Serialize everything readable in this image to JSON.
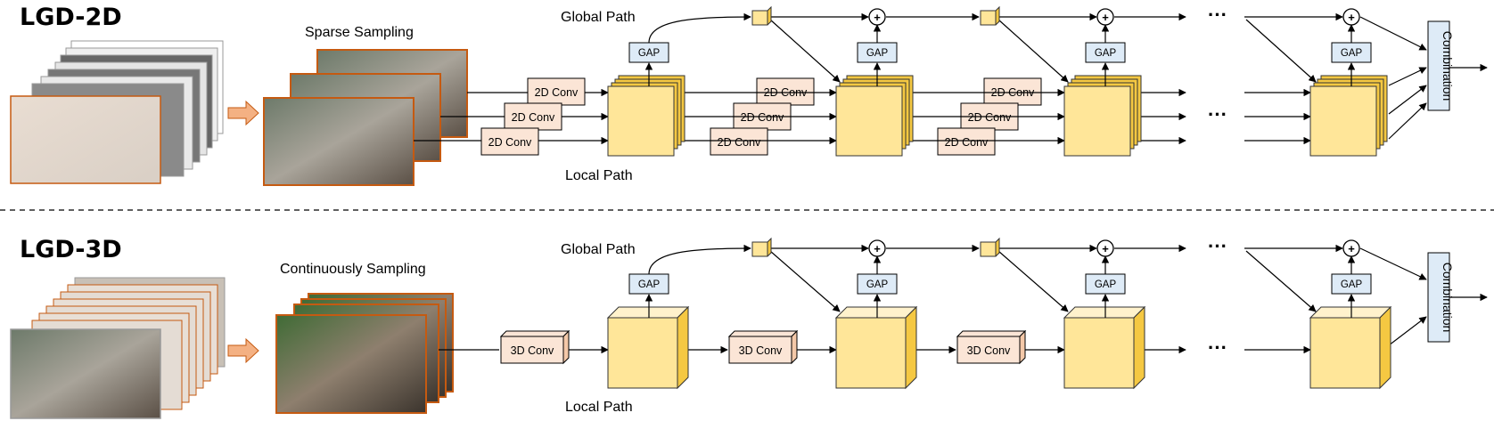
{
  "top": {
    "title": "LGD-2D",
    "sampling_label": "Sparse Sampling",
    "global_label": "Global Path",
    "local_label": "Local Path",
    "conv_label": "2D Conv",
    "gap_label": "GAP",
    "combination_label": "Combination",
    "ellipsis": "···"
  },
  "bottom": {
    "title": "LGD-3D",
    "sampling_label": "Continuously Sampling",
    "global_label": "Global Path",
    "local_label": "Local Path",
    "conv_label": "3D Conv",
    "gap_label": "GAP",
    "combination_label": "Combination",
    "ellipsis": "···"
  },
  "plus_symbol": "+",
  "colors": {
    "block_fill": "#ffe699",
    "block_side": "#f5c842",
    "conv_fill": "#fbe5d6",
    "gap_fill": "#deebf7",
    "frame_border": "#c55a11",
    "sampling_arrow": "#f4b183"
  }
}
